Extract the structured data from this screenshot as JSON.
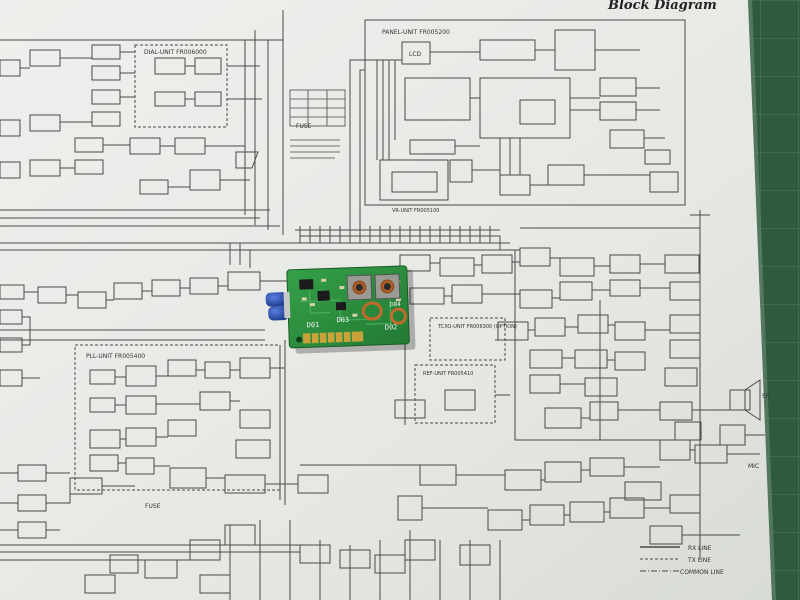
{
  "photo": {
    "subject": "Circuit board module resting on a printed radio transceiver block diagram on a green cutting mat",
    "colors": {
      "paper": "#e9ebe8",
      "paper_shadow": "#c9ccc8",
      "line": "#4a4a4a",
      "mat": "#2f5a3e",
      "pcb": "#2e8c3b",
      "pcb_dark": "#1f6a2a",
      "gold": "#c9a33a",
      "capacitor": "#2c4fb0",
      "copper": "#b8652c"
    }
  },
  "diagram": {
    "heading": "Block Diagram",
    "unit_labels": {
      "dial": "DIAL-UNIT FR006000",
      "panel": "PANEL-UNIT FR005200",
      "pll": "PLL-UNIT FR005400",
      "tcxo": "TCXO-UNIT FR006300 (OPTION)",
      "ref": "REF-UNIT FR005410",
      "vr": "VR-UNIT FR005100"
    },
    "legend": {
      "rx": "RX LINE",
      "tx": "TX LINE",
      "common": "COMMON LINE"
    },
    "misc": {
      "fuse_left": "FUSE",
      "fuse_mid": "FUSE",
      "lcd": "LCD",
      "mic": "MIC",
      "spkr": "SP"
    }
  },
  "board": {
    "designators": [
      "D01",
      "D02",
      "D03",
      "D04"
    ]
  }
}
